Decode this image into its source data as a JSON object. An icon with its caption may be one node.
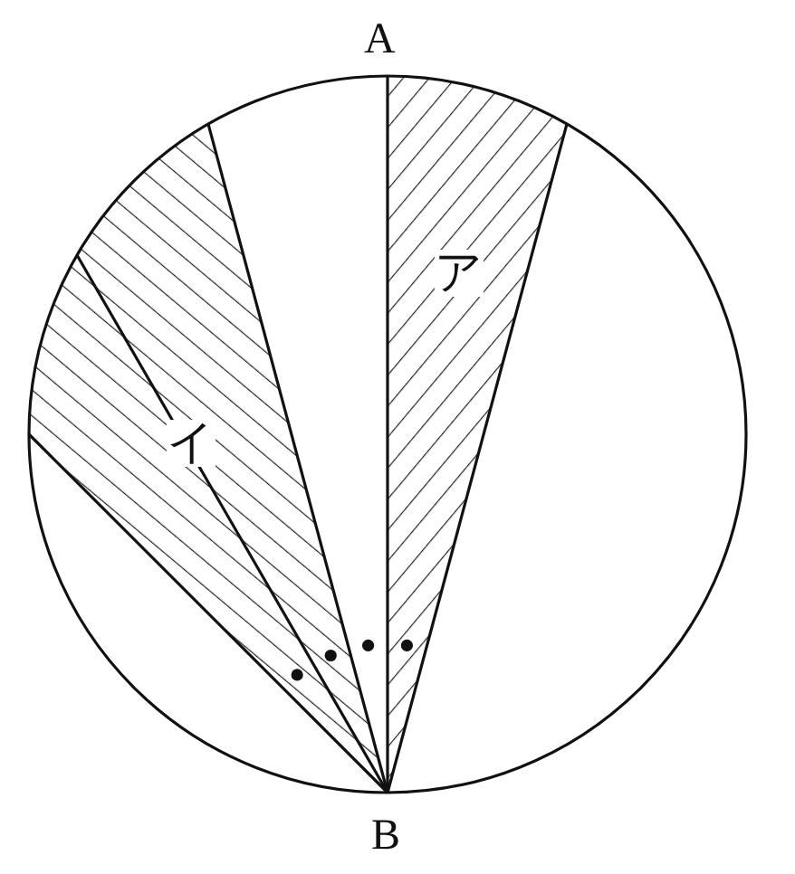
{
  "diagram": {
    "labels": [
      "A",
      "ア",
      "イ",
      "B"
    ]
  }
}
